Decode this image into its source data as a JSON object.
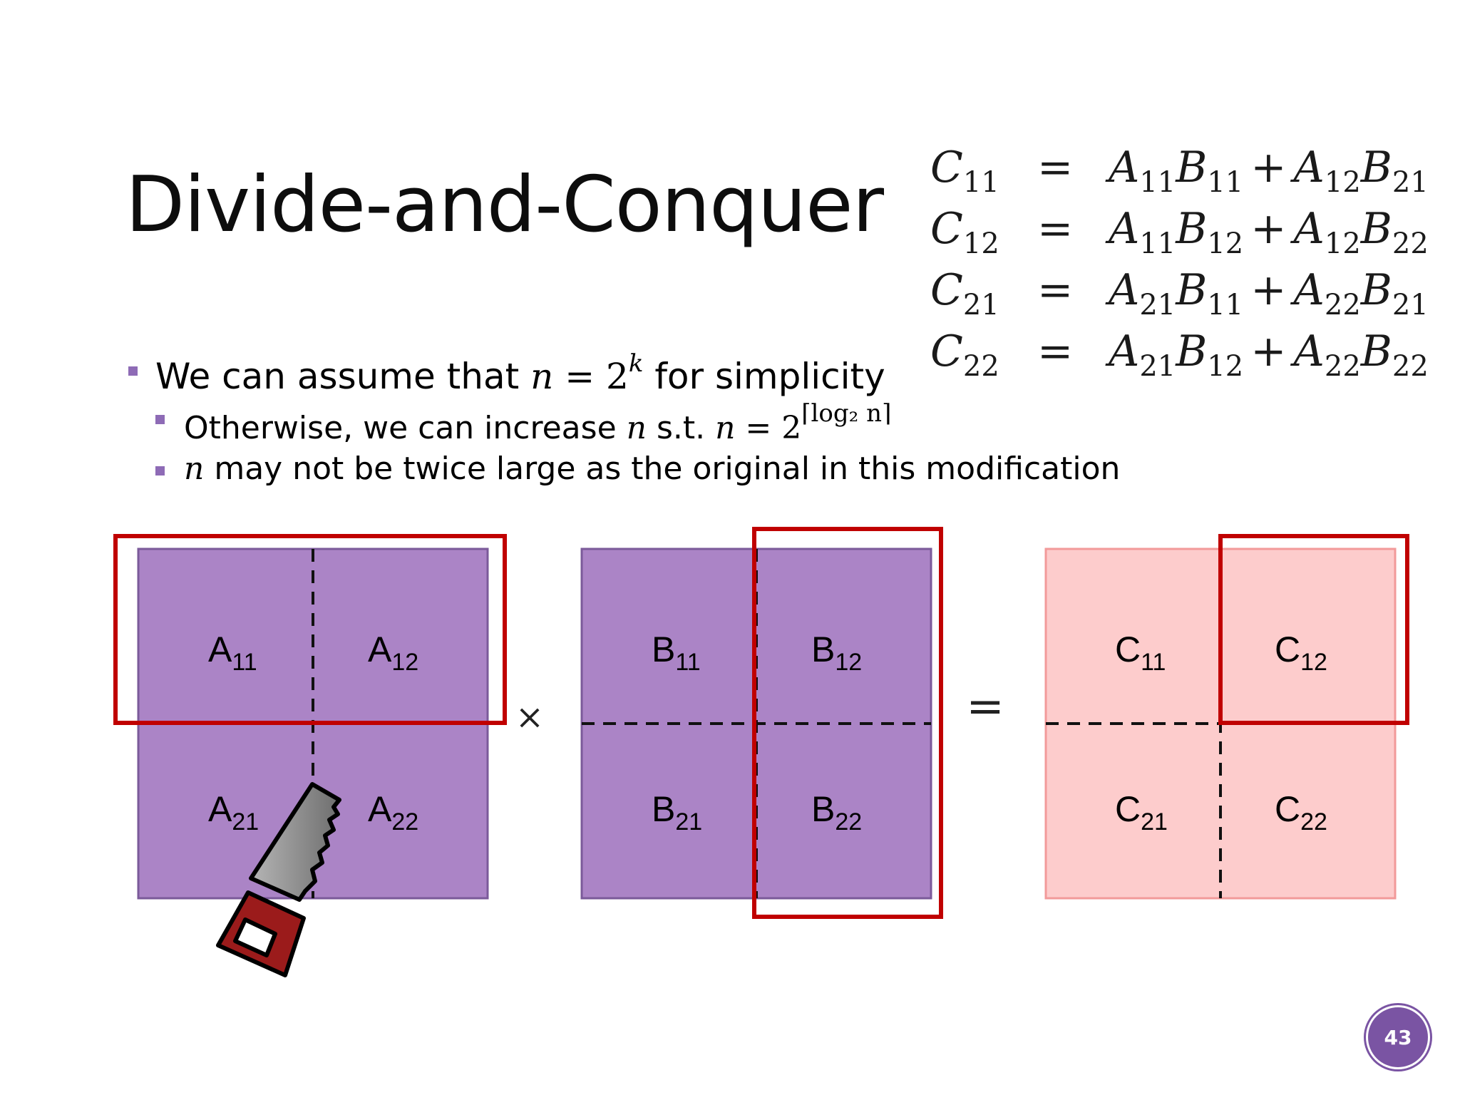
{
  "slide": {
    "title": "Divide-and-Conquer",
    "page_number": "43"
  },
  "equations": [
    {
      "lhs": "C",
      "lhs_sub": "11",
      "op": "=",
      "t1a": "A",
      "t1a_sub": "11",
      "t1b": "B",
      "t1b_sub": "11",
      "plus": "+",
      "t2a": "A",
      "t2a_sub": "12",
      "t2b": "B",
      "t2b_sub": "21"
    },
    {
      "lhs": "C",
      "lhs_sub": "12",
      "op": "=",
      "t1a": "A",
      "t1a_sub": "11",
      "t1b": "B",
      "t1b_sub": "12",
      "plus": "+",
      "t2a": "A",
      "t2a_sub": "12",
      "t2b": "B",
      "t2b_sub": "22"
    },
    {
      "lhs": "C",
      "lhs_sub": "21",
      "op": "=",
      "t1a": "A",
      "t1a_sub": "21",
      "t1b": "B",
      "t1b_sub": "11",
      "plus": "+",
      "t2a": "A",
      "t2a_sub": "22",
      "t2b": "B",
      "t2b_sub": "21"
    },
    {
      "lhs": "C",
      "lhs_sub": "22",
      "op": "=",
      "t1a": "A",
      "t1a_sub": "21",
      "t1b": "B",
      "t1b_sub": "12",
      "plus": "+",
      "t2a": "A",
      "t2a_sub": "22",
      "t2b": "B",
      "t2b_sub": "22"
    }
  ],
  "bullets": {
    "b1": {
      "pre": "We can assume that ",
      "n": "n",
      "eq": " = 2",
      "k": "k",
      "post": " for simplicity"
    },
    "b2": {
      "pre": "Otherwise, we can increase ",
      "n": "n",
      "mid": " s.t. ",
      "n2": "n",
      "eq": " = 2",
      "exp": "⌈log₂ n⌉"
    },
    "b3": {
      "n": "n",
      "post": " may not be twice large as the original in this modification"
    }
  },
  "diagram": {
    "times": "×",
    "equals": "=",
    "colors": {
      "matrix_ab": "#ab84c6",
      "matrix_ab_border": "#7b5a9a",
      "matrix_c": "#fdcccc",
      "matrix_c_border": "#f29a9a",
      "highlight": "#c00000",
      "saw_handle": "#9b1b1b",
      "saw_blade": "#8a8a8a",
      "bullet": "#8e6bb6"
    },
    "cells": {
      "a": [
        [
          "A",
          "11"
        ],
        [
          "A",
          "12"
        ],
        [
          "A",
          "21"
        ],
        [
          "A",
          "22"
        ]
      ],
      "b": [
        [
          "B",
          "11"
        ],
        [
          "B",
          "12"
        ],
        [
          "B",
          "21"
        ],
        [
          "B",
          "22"
        ]
      ],
      "c": [
        [
          "C",
          "11"
        ],
        [
          "C",
          "12"
        ],
        [
          "C",
          "21"
        ],
        [
          "C",
          "22"
        ]
      ]
    }
  },
  "icons": {
    "saw": "hand-saw-icon"
  }
}
